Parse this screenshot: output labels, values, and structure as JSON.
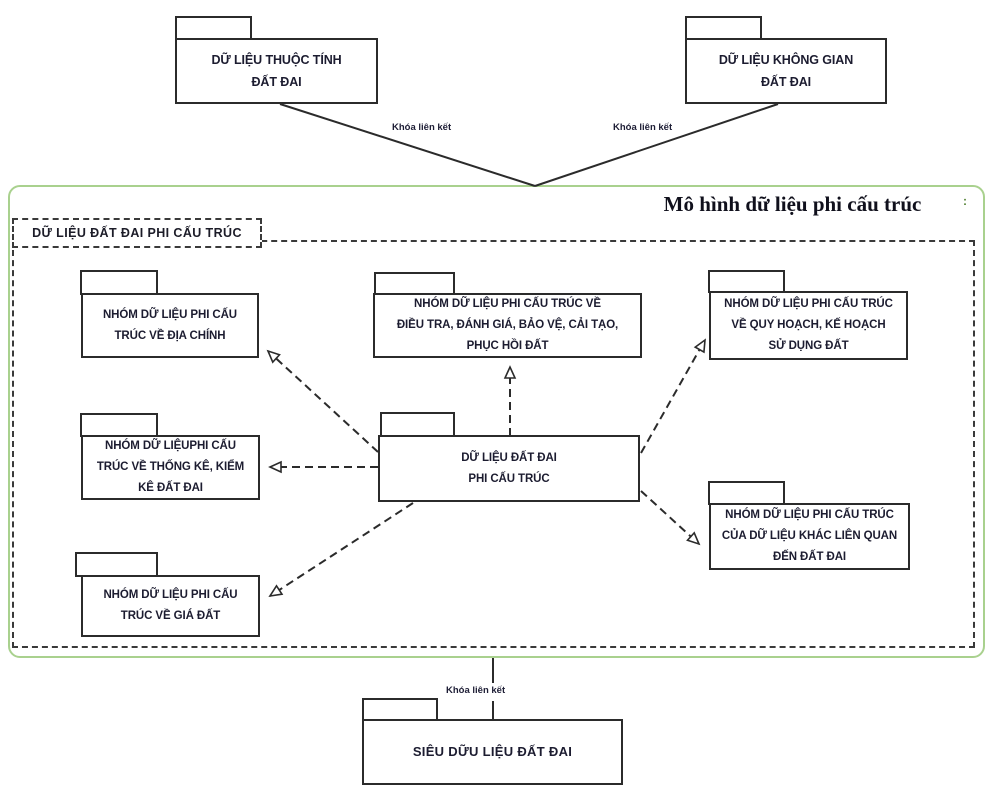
{
  "diagram": {
    "frame": {
      "title": "Mô hình dữ liệu phi cấu trúc",
      "region_label": "DỮ LIỆU ĐẤT ĐAI PHI CẤU TRÚC",
      "corner_mark": ":"
    },
    "colors": {
      "frame_green": "#a9d18e",
      "shape_border": "#2b2b2b",
      "text": "#1c1c30"
    },
    "link_labels": {
      "left": "Khóa liên kết",
      "right": "Khóa liên kết",
      "bottom": "Khóa liên kết"
    },
    "packages": {
      "attribute_data": {
        "label": "DỮ LIỆU THUỘC TÍNH\nĐẤT ĐAI"
      },
      "spatial_data": {
        "label": "DỮ LIỆU KHÔNG GIAN\nĐẤT ĐAI"
      },
      "cadastral": {
        "label": "NHÓM DỮ LIỆU PHI CẤU\nTRÚC VỀ ĐỊA CHÍNH"
      },
      "survey_assess": {
        "label": "NHÓM DỮ LIỆU PHI CẤU TRÚC VỀ\nĐIỀU TRA, ĐÁNH GIÁ, BẢO VỆ, CẢI TẠO,\nPHỤC HỒI ĐẤT"
      },
      "planning": {
        "label": "NHÓM  DỮ LIỆU PHI CẤU TRÚC\nVỀ QUY HOẠCH, KẾ HOẠCH\nSỬ DỤNG ĐẤT"
      },
      "statistics": {
        "label": "NHÓM DỮ LIỆUPHI CẤU\nTRÚC VỀ THỐNG KÊ, KIỂM\nKÊ ĐẤT ĐAI"
      },
      "unstructured_center": {
        "label": "DỮ LIỆU ĐẤT ĐAI\nPHI CẤU TRÚC"
      },
      "other_related": {
        "label": "NHÓM DỮ LIỆU PHI CẤU TRÚC\nCỦA DỮ LIỆU KHÁC LIÊN QUAN\nĐẾN ĐẤT ĐAI"
      },
      "land_price": {
        "label": "NHÓM DỮ LIỆU PHI CẤU\nTRÚC VỀ GIÁ ĐẤT"
      },
      "metadata": {
        "label": "SIÊU DỮU LIỆU ĐẤT ĐAI"
      }
    },
    "edges": {
      "solid": [
        {
          "from": "attribute_data",
          "to": "green_frame",
          "label": "Khóa liên kết"
        },
        {
          "from": "spatial_data",
          "to": "green_frame",
          "label": "Khóa liên kết"
        },
        {
          "from": "green_frame",
          "to": "metadata",
          "label": "Khóa liên kết"
        }
      ],
      "dashed_arrows_from_center": [
        "cadastral",
        "survey_assess",
        "planning",
        "statistics",
        "other_related",
        "land_price"
      ]
    }
  }
}
